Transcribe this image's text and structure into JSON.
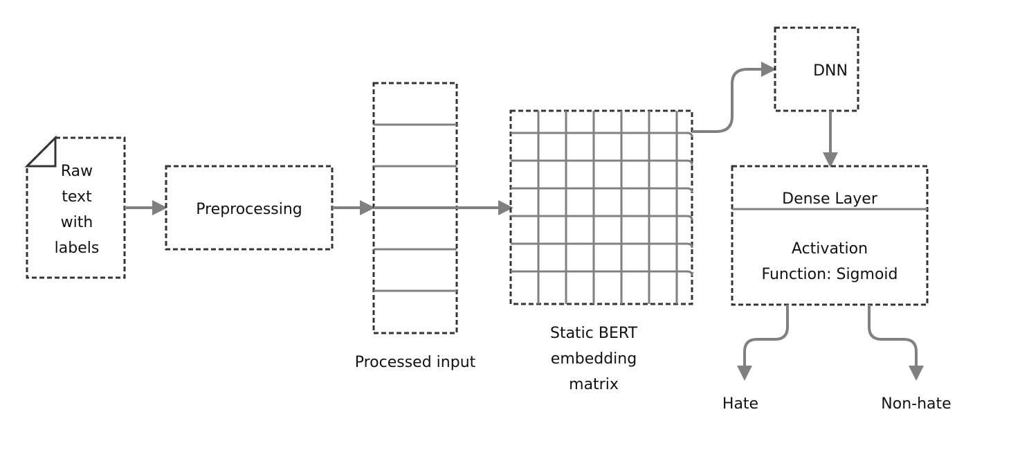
{
  "nodes": {
    "raw_text": [
      "Raw",
      "text",
      "with",
      "labels"
    ],
    "preprocessing": "Preprocessing",
    "processed_input": "Processed input",
    "embedding": [
      "Static BERT",
      "embedding",
      "matrix"
    ],
    "dnn": "DNN",
    "dense_layer": "Dense Layer",
    "activation": [
      "Activation",
      "Function: Sigmoid"
    ],
    "hate": "Hate",
    "non_hate": "Non-hate"
  },
  "colors": {
    "box_stroke": "#333333",
    "connector": "#808080",
    "text": "#111111"
  }
}
